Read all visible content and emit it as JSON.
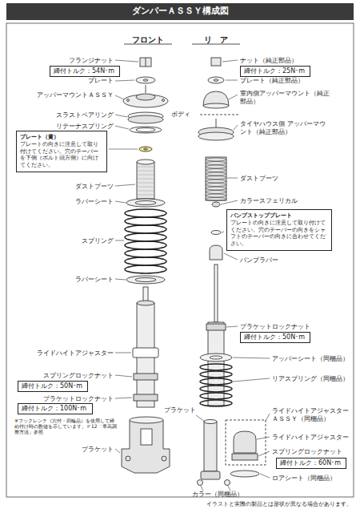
{
  "diagram": {
    "title": "ダンパーＡＳＳＹ構成図",
    "caption": "イラストと実際の製品とは形状が異なる場合があります。",
    "nodes": [
      {
        "text": [
          "締付トルク：54N･m"
        ]
      },
      {
        "text": [
          "締付トルク：25N･m"
        ]
      },
      {
        "text": [
          "プレート（黄）",
          "プレートの向きに注意して取り付けてください。穴のテーパーを下側（ボルト頭方側）に向けてください。"
        ]
      },
      {
        "text": [
          "バンプストッププレート",
          "プレートの向きに注意して取り付けてください。穴のテーパーの向きをシャフトのテーパーの向きに合わせてください。"
        ]
      },
      {
        "text": [
          "締付トルク：50N･m"
        ]
      },
      {
        "text": [
          "締付トルク：50N･m"
        ]
      },
      {
        "text": [
          "締付トルク：100N･m"
        ]
      },
      {
        "text": [
          "締付トルク：60N･m"
        ]
      }
    ],
    "labels": [
      "フロント",
      "リ　ア",
      "フランジナット",
      "プレート",
      "アッパーマウントＡＳＳＹ",
      "スラストベアリング",
      "リテーナスプリング",
      "ダストブーツ",
      "ラバーシート",
      "スプリング",
      "ラバーシート",
      "ライドハイトアジャスター",
      "スプリングロックナット",
      "ブラケットロックナット",
      "※フックレンチ（穴付・四輪品）を使用して締め付け時の数値を示しています。Ｐ12「車高調整方法」参照",
      "ブラケット",
      "ナット（純正部品）",
      "プレート（純正部品）",
      "室内側アッパーマウント（純正部品）",
      "ボディ",
      "タイヤハウス側 アッパーマウント（純正部品）",
      "ダストブーツ",
      "カラースフェリカル",
      "バンプラバー",
      "ブラケットロックナット",
      "アッパーシート（同梱品）",
      "リアスプリング（同梱品）",
      "ライドハイトアジャスターＡＳＳＹ（同梱品）",
      "ライドハイトアジャスター",
      "スプリングロックナット",
      "ロアシート（同梱品）",
      "ブラケット",
      "カラー（同梱品）"
    ]
  }
}
